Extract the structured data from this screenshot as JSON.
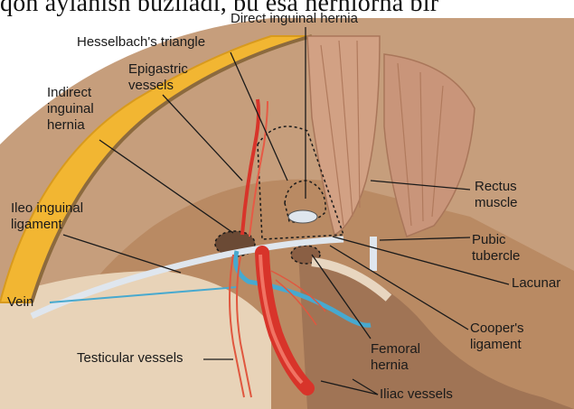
{
  "caption_text": "qon aylanish buziladi, bu esa herniorha bir",
  "labels": {
    "direct_inguinal_hernia": "Direct inguinal hernia",
    "hesselbachs_triangle": "Hesselbach's triangle",
    "epigastric_vessels": "Epigastric\nvessels",
    "indirect_inguinal_hernia": "Indirect\ninguinal\nhernia",
    "ileo_inguinal_ligament": "Ileo inguinal\nligament",
    "rectus_muscle": "Rectus\nmuscle",
    "pubic_tubercle": "Pubic\ntubercle",
    "lacunar": "Lacunar",
    "vein": "Vein",
    "coopers_ligament": "Cooper's\nligament",
    "testicular_vessels": "Testicular vessels",
    "femoral_hernia": "Femoral\nhernia",
    "iliac_vessels": "Iliac vessels"
  },
  "colors": {
    "fat_layer": "#f2b632",
    "wall": "#b98a63",
    "muscle": "#c9957a",
    "artery": "#d8342a",
    "vein": "#47a9cf",
    "ligament": "#dfe6ee"
  }
}
